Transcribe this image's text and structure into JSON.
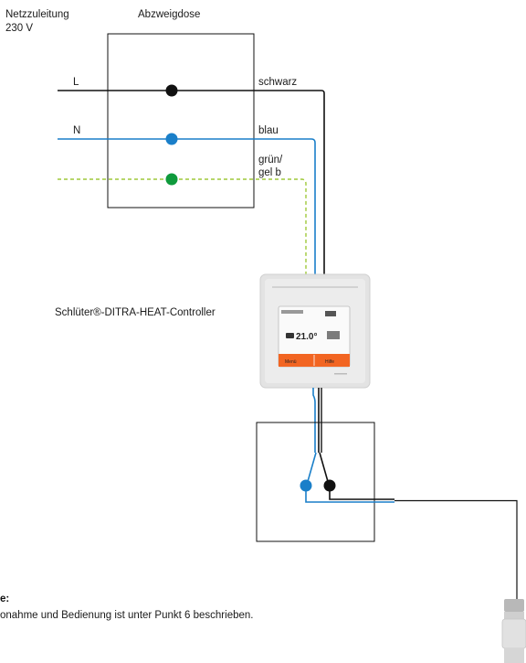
{
  "labels": {
    "supply_line1": "Netzzuleitung",
    "supply_line2": "230 V",
    "junction_box": "Abzweigdose",
    "phase": "L",
    "neutral": "N",
    "wire_black": "schwarz",
    "wire_blue": "blau",
    "wire_green_line1": "grün/",
    "wire_green_line2": "gel b",
    "controller": "Schlüter®-DITRA-HEAT-Controller"
  },
  "controller_display": {
    "temperature": "21.0°",
    "left_button": "Menü",
    "right_button": "Hilfe"
  },
  "note": {
    "heading": "e:",
    "text": "onahme und Bedienung ist unter Punkt 6 beschrieben."
  },
  "colors": {
    "phase_wire": "#111111",
    "neutral_wire": "#1a7fc9",
    "earth_wire": "#9fc93a",
    "earth_terminal": "#0f9a3c",
    "controller_accent": "#f26522"
  }
}
